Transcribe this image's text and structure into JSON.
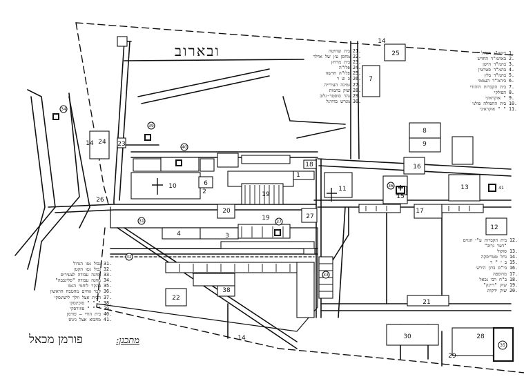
{
  "map": {
    "district_label": "ובארוב",
    "maker_prefix": "מתכנן:",
    "maker_name": "פורמן מכאל"
  },
  "numbers": {
    "n1": "1",
    "n2": "2",
    "n3": "3",
    "n4": "4",
    "n6": "6",
    "n7": "7",
    "n8": "8",
    "n9": "9",
    "n10": "10",
    "n11": "11",
    "n12": "12",
    "n13": "13",
    "n14a": "14",
    "n14b": "14",
    "n14c": "14",
    "n15": "15",
    "n16": "16",
    "n17": "17",
    "n18": "18",
    "n19a": "19",
    "n19b": "19",
    "n20": "20",
    "n21": "21",
    "n22": "22",
    "n23": "23",
    "n24": "24",
    "n25": "25",
    "n26": "26",
    "n27": "27",
    "n28": "28",
    "n29": "29",
    "n30": "30",
    "n31": "31",
    "n32": "32",
    "n33": "33",
    "n34": "34",
    "n35": "35",
    "n36": "36",
    "n37": "37",
    "n38": "38",
    "n39": "39",
    "n40": "40",
    "n41": "41"
  },
  "legend_right": [
    {
      "num": "1.",
      "text": "ביהכ\"נ הגדול"
    },
    {
      "num": "2.",
      "text": "באהמ\"ד החדש"
    },
    {
      "num": "3.",
      "text": "בהמ\"ד הישן"
    },
    {
      "num": "4.",
      "text": "בהמ\"ד סטרטין"
    },
    {
      "num": "5.",
      "text": "בהמ\"ד בלץ"
    },
    {
      "num": "6.",
      "text": "ביהמ\"ד העממי"
    },
    {
      "num": "7.",
      "text": "בית הקברות היהודי"
    },
    {
      "num": "8.",
      "text": "הפולקי"
    },
    {
      "num": "9.",
      "text": "\"  אוקראיני"
    },
    {
      "num": "10.",
      "text": "בית התפילה פולני"
    },
    {
      "num": "11.",
      "text": "\"  \"  אוקראיני"
    }
  ],
  "legend_top": [
    {
      "num": "21.",
      "text": "בית שחיטה"
    },
    {
      "num": "22.",
      "text": "מחסן עץ של אדלר"
    },
    {
      "num": "23.",
      "text": "בית מרחץ"
    },
    {
      "num": "24.",
      "text": "פלו\"ה"
    },
    {
      "num": "25.",
      "text": "פלו\"ה חדשה"
    },
    {
      "num": "26.",
      "text": "כ ש ר"
    },
    {
      "num": "27.",
      "text": "גמינה העירייה"
    },
    {
      "num": "28.",
      "text": "שוק בהמות"
    },
    {
      "num": "29.",
      "text": "נהר סוסטר-גלוב"
    },
    {
      "num": "30.",
      "text": "מגרש כדורגל"
    }
  ],
  "legend_mid": [
    {
      "num": "12.",
      "text": "בית הקברות ע\"י הנזים"
    },
    {
      "num": "",
      "text": "\"דער גרוב\""
    },
    {
      "num": "13.",
      "text": "סוקול"
    },
    {
      "num": "14.",
      "text": "נחל טטריסקה"
    },
    {
      "num": "15.",
      "text": "ב י \" ר"
    },
    {
      "num": "16.",
      "text": "בי\"ס ברון הירש"
    },
    {
      "num": "17.",
      "text": "מרוספה"
    },
    {
      "num": "18.",
      "text": "ב\"ח רבי נכאל"
    },
    {
      "num": "19.",
      "text": "שוק \"ריינק\""
    },
    {
      "num": "20.",
      "text": "שוק ירקות"
    }
  ],
  "legend_left": [
    {
      "num": "31.",
      "text": "גבול גטו הגדול"
    },
    {
      "num": "32.",
      "text": "גבול גטו הקטן"
    },
    {
      "num": "33.",
      "text": "מחנה עבודה לצעירים"
    },
    {
      "num": "34.",
      "text": "מחנה עבודה \"סליגבבה\""
    },
    {
      "num": "35.",
      "text": "בונקר לוחמי הגטו"
    },
    {
      "num": "36.",
      "text": "קבר אחים מהטבח הראשון"
    },
    {
      "num": "37.",
      "text": "הבית אצל וולך לישינסקי"
    },
    {
      "num": "38.",
      "text": "\" \" \"  סוכינסקי"
    },
    {
      "num": "39.",
      "text": "\" \" \"  פוזורסקי"
    },
    {
      "num": "40.",
      "text": "בית הורי – פורמן"
    },
    {
      "num": "41.",
      "text": "מחבוא אצל גיגוס"
    }
  ]
}
